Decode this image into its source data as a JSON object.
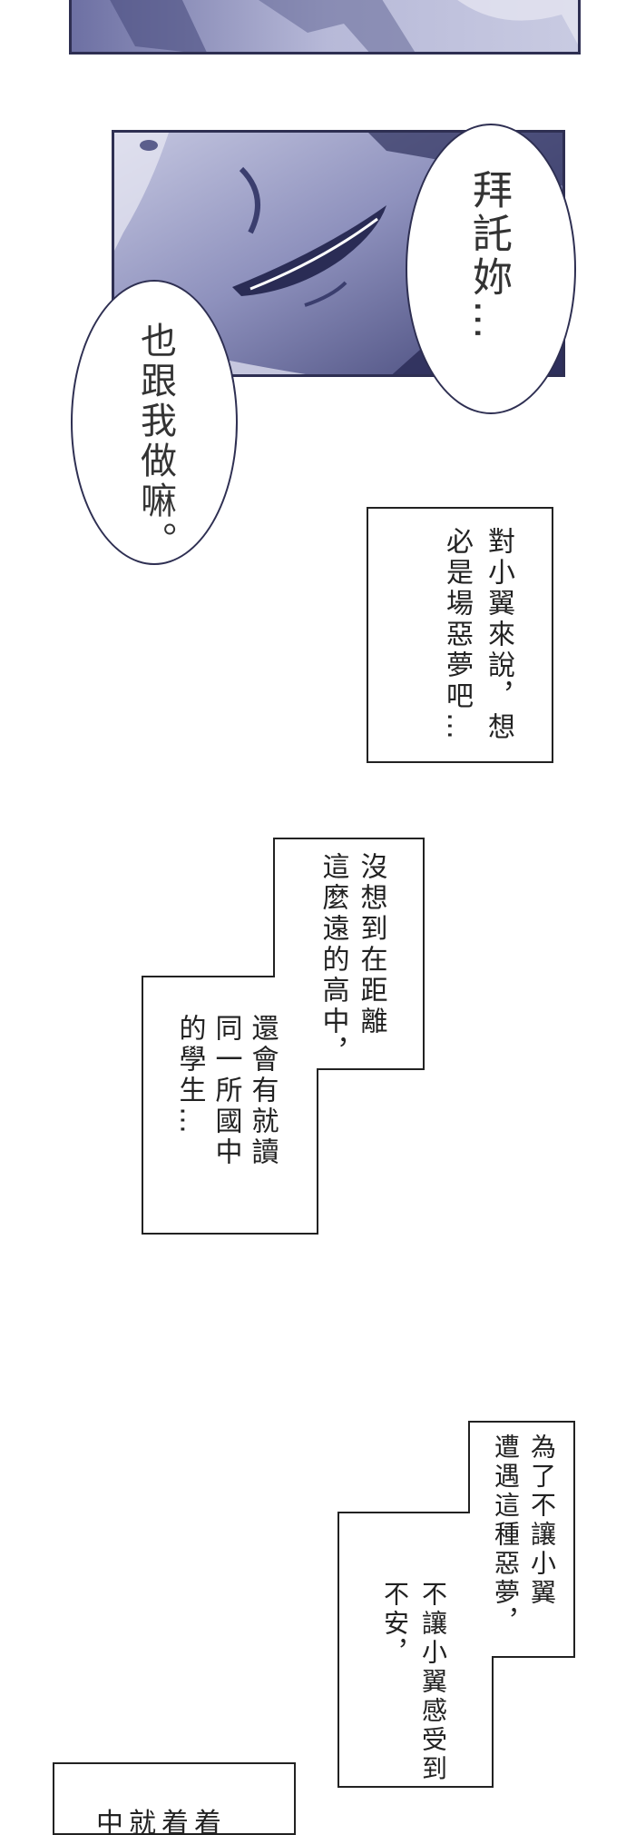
{
  "bubbles": {
    "please": "拜託妳…",
    "do_it": "也跟我做嘛。"
  },
  "narration": {
    "box1": {
      "col1": "對小翼來說，想",
      "col2": "必是場惡夢吧…"
    },
    "box2": {
      "col1": "沒想到在距離",
      "col2": "這麼遠的高中，"
    },
    "box3": {
      "col1": "還會有就讀",
      "col2": "同一所國中",
      "col3": "的學生…"
    },
    "box4": {
      "col1": "為了不讓小翼",
      "col2": "遭遇這種惡夢，"
    },
    "box5": {
      "col1": "不讓小翼感受到",
      "col2": "不安，"
    },
    "box6_partial": "中就着着"
  },
  "colors": {
    "ink": "#2e2f52",
    "panel_tint": "#9a9dc4",
    "panel_dark": "#3b3e6e"
  }
}
